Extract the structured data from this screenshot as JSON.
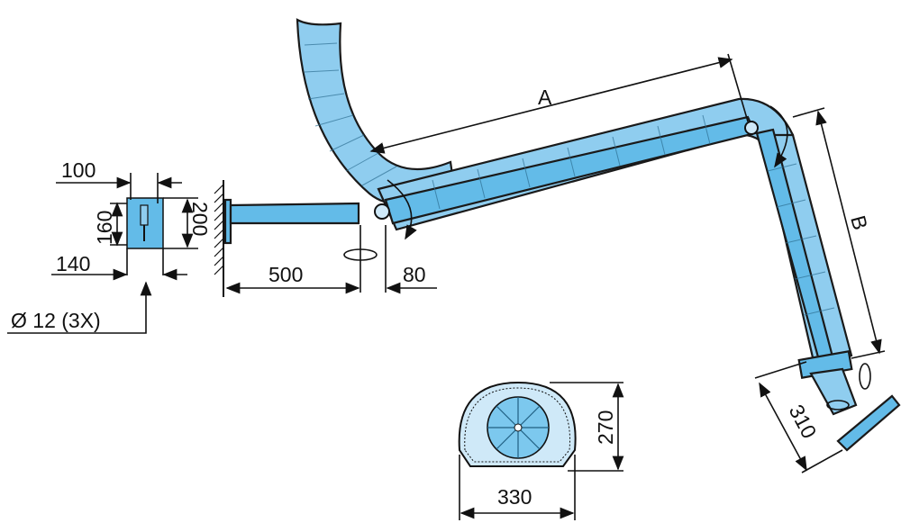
{
  "diagram": {
    "title": "Extraction arm dimensional drawing",
    "colors": {
      "arm": "#63bbe8",
      "hose": "#8fcdef",
      "hood": "#cfe9f8",
      "line": "#111111"
    },
    "labels": {
      "plate_width_top": "100",
      "plate_hole_spacing": "160",
      "plate_height": "200",
      "plate_width_bottom": "140",
      "hole_spec": "Ø 12 (3X)",
      "boom_length": "500",
      "joint_offset": "80",
      "arm_a": "A",
      "arm_b": "B",
      "hood_depth": "310",
      "hood_height": "270",
      "hood_width": "330"
    }
  }
}
